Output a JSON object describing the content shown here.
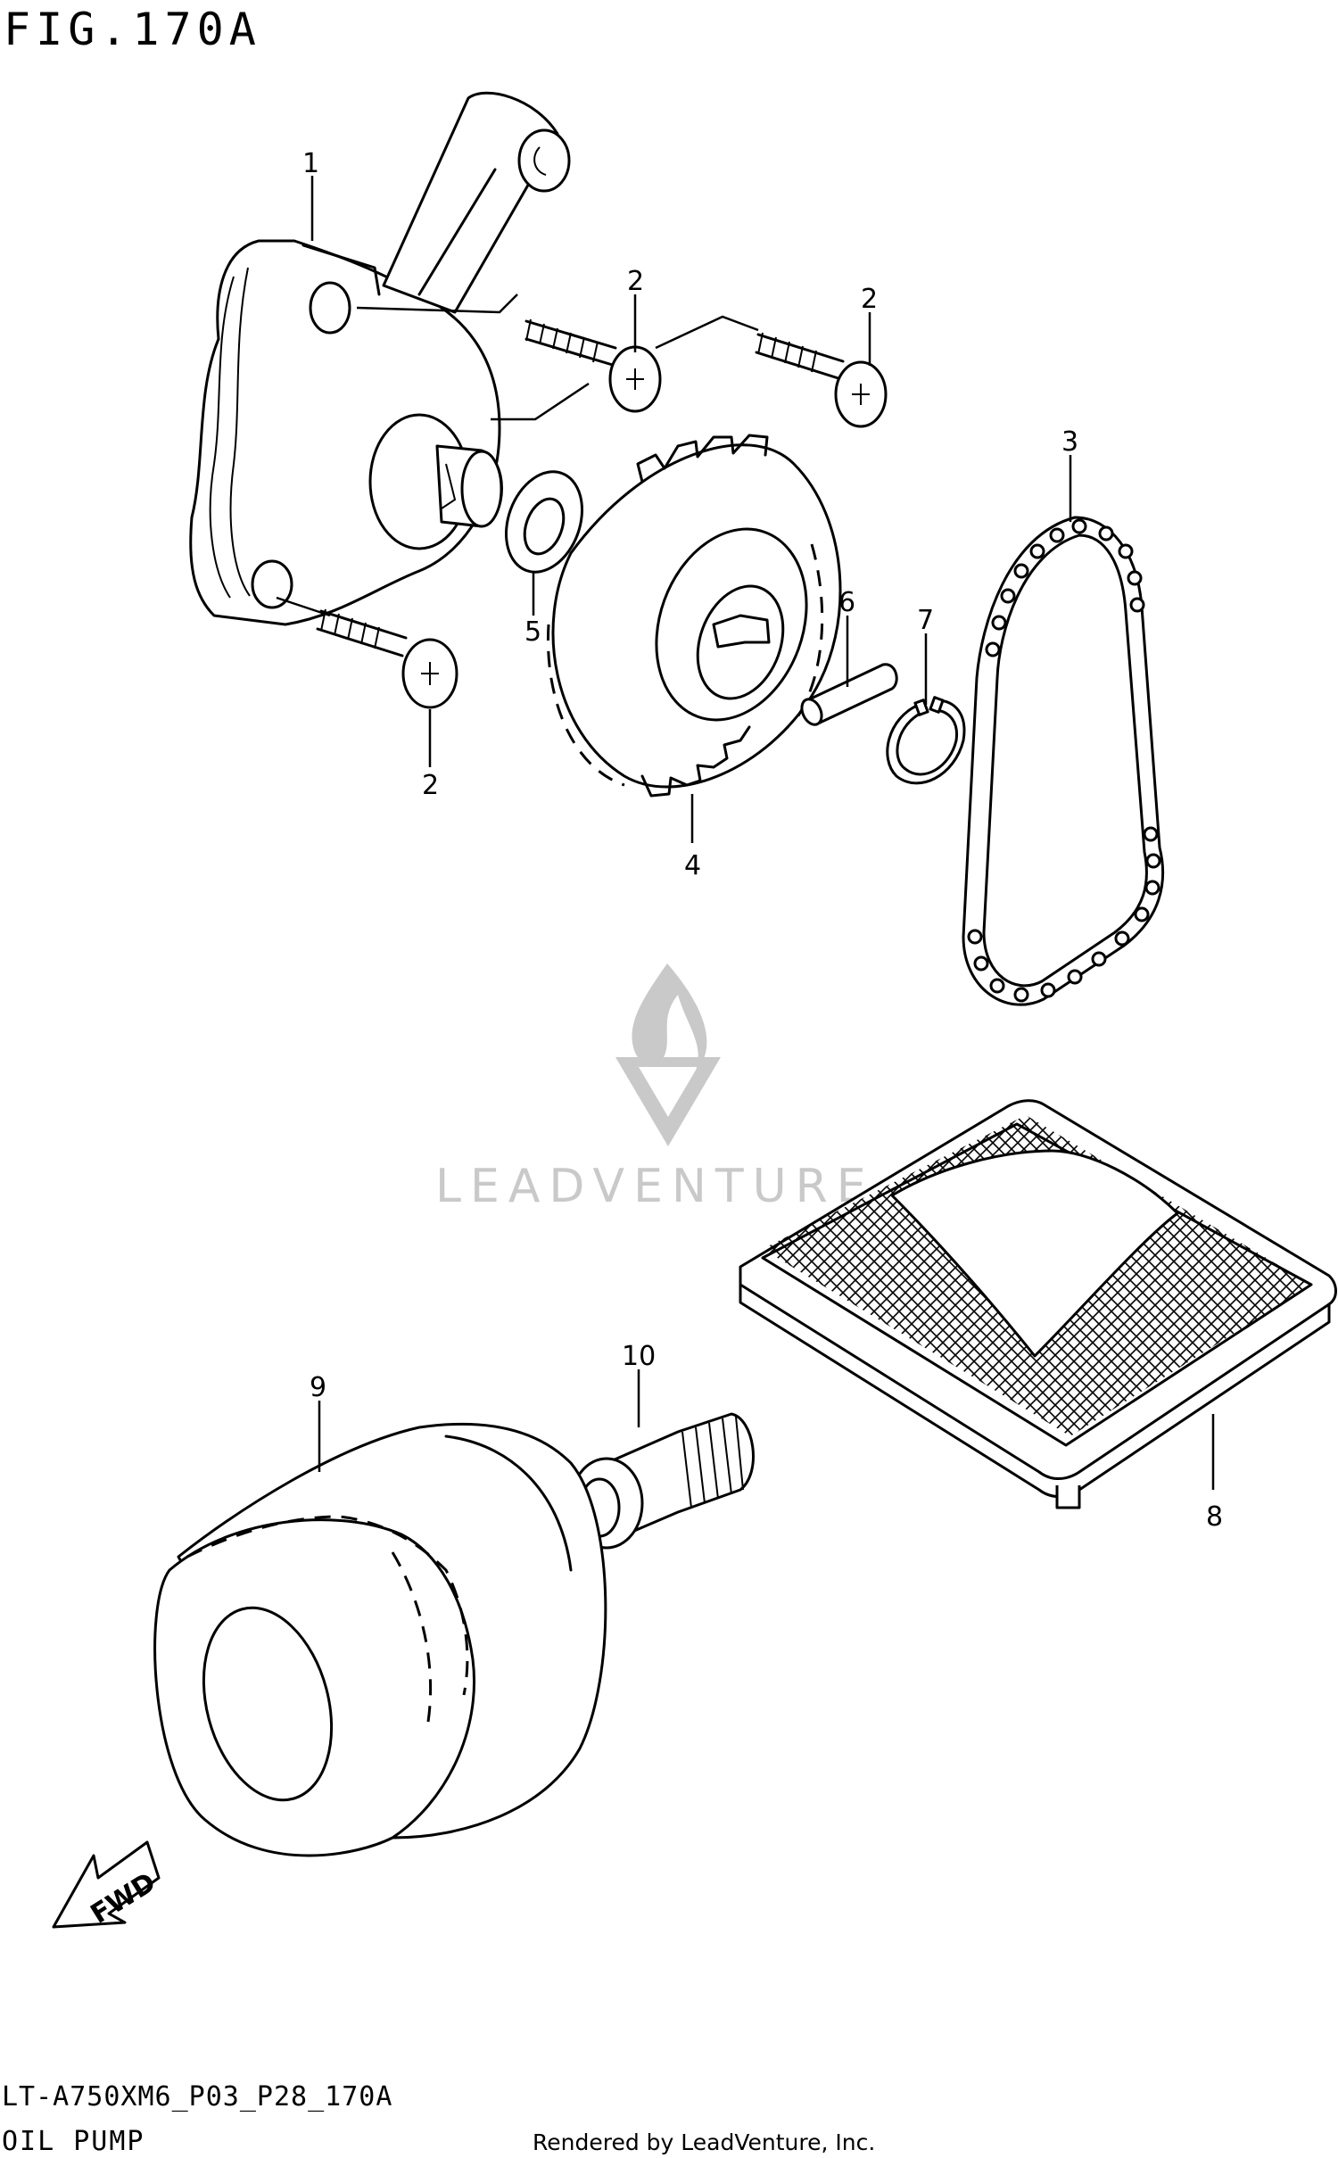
{
  "figure_title": "FIG.170A",
  "watermark_text": "LEADVENTURE",
  "fwd_label": "FWD",
  "footer": {
    "model_code": "LT-A750XM6_P03_P28_170A",
    "section_name": "OIL PUMP",
    "rendered_by": "Rendered by LeadVenture, Inc."
  },
  "callouts": [
    {
      "id": "c1",
      "label": "1"
    },
    {
      "id": "c2a",
      "label": "2"
    },
    {
      "id": "c2b",
      "label": "2"
    },
    {
      "id": "c2c",
      "label": "2"
    },
    {
      "id": "c3",
      "label": "3"
    },
    {
      "id": "c4",
      "label": "4"
    },
    {
      "id": "c5",
      "label": "5"
    },
    {
      "id": "c6",
      "label": "6"
    },
    {
      "id": "c7",
      "label": "7"
    },
    {
      "id": "c8",
      "label": "8"
    },
    {
      "id": "c9",
      "label": "9"
    },
    {
      "id": "c10",
      "label": "10"
    }
  ]
}
